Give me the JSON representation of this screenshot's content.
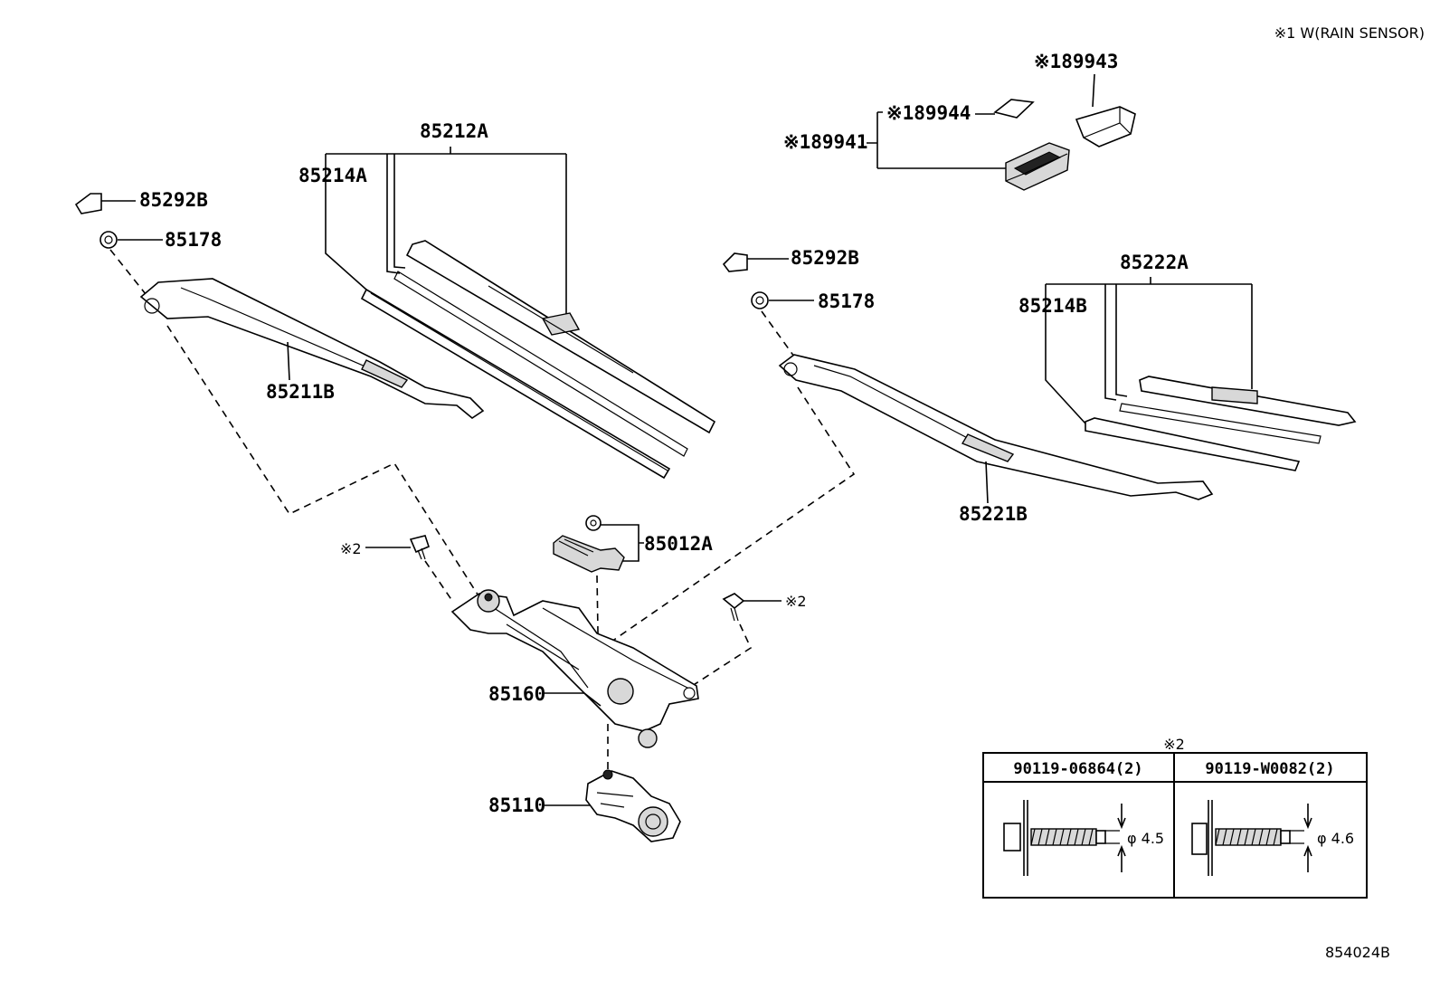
{
  "legend_note": "※1 W(RAIN SENSOR)",
  "diagram_id": "854024B",
  "parts": {
    "p89943": "※189943",
    "p89944": "※189944",
    "p89941": "※189941",
    "p85212A": "85212A",
    "p85214A": "85214A",
    "p85292B_left": "85292B",
    "p85178_left": "85178",
    "p85211B": "85211B",
    "p85292B_right": "85292B",
    "p85178_right": "85178",
    "p85222A": "85222A",
    "p85214B": "85214B",
    "p85221B": "85221B",
    "p85012A": "85012A",
    "note2_left": "※2",
    "note2_right": "※2",
    "p85160": "85160",
    "p85110": "85110"
  },
  "bolt_table": {
    "title": "※2",
    "col1_header": "90119-06864(2)",
    "col2_header": "90119-W0082(2)",
    "col1_dim": "φ 4.5",
    "col2_dim": "φ 4.6"
  }
}
